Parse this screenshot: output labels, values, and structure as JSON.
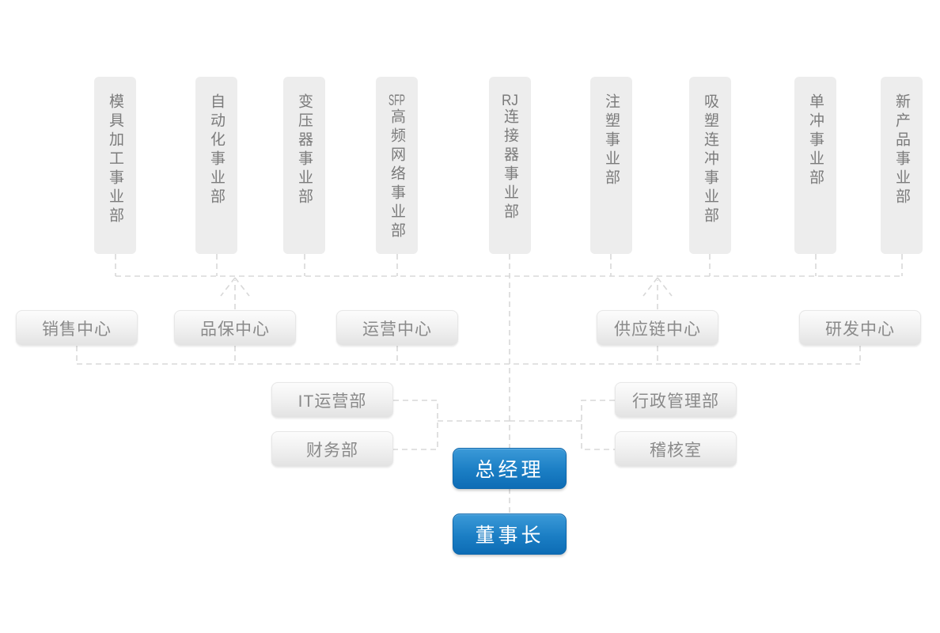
{
  "org": {
    "divisions": [
      {
        "latin": "",
        "name": "模具加工事业部"
      },
      {
        "latin": "",
        "name": "自动化事业部"
      },
      {
        "latin": "",
        "name": "变压器事业部"
      },
      {
        "latin": "SFP",
        "name": "高频网络事业部"
      },
      {
        "latin": "RJ",
        "name": "连接器事业部"
      },
      {
        "latin": "",
        "name": "注塑事业部"
      },
      {
        "latin": "",
        "name": "吸塑连冲事业部"
      },
      {
        "latin": "",
        "name": "单冲事业部"
      },
      {
        "latin": "",
        "name": "新产品事业部"
      }
    ],
    "centers": [
      {
        "name": "销售中心"
      },
      {
        "name": "品保中心"
      },
      {
        "name": "运营中心"
      },
      {
        "name": "供应链中心"
      },
      {
        "name": "研发中心"
      }
    ],
    "departments_left": [
      {
        "name": "IT运营部"
      },
      {
        "name": "财务部"
      }
    ],
    "departments_right": [
      {
        "name": "行政管理部"
      },
      {
        "name": "稽核室"
      }
    ],
    "general_manager": {
      "name": "总经理"
    },
    "chairman": {
      "name": "董事长"
    }
  },
  "colors": {
    "exec_blue_top": "#3b9ad8",
    "exec_blue_bottom": "#0d6cb5",
    "division_bg": "#ededed",
    "division_text": "#7b7b7b",
    "pill_text": "#8a8a8a",
    "connector_line": "#d8d8d8"
  }
}
